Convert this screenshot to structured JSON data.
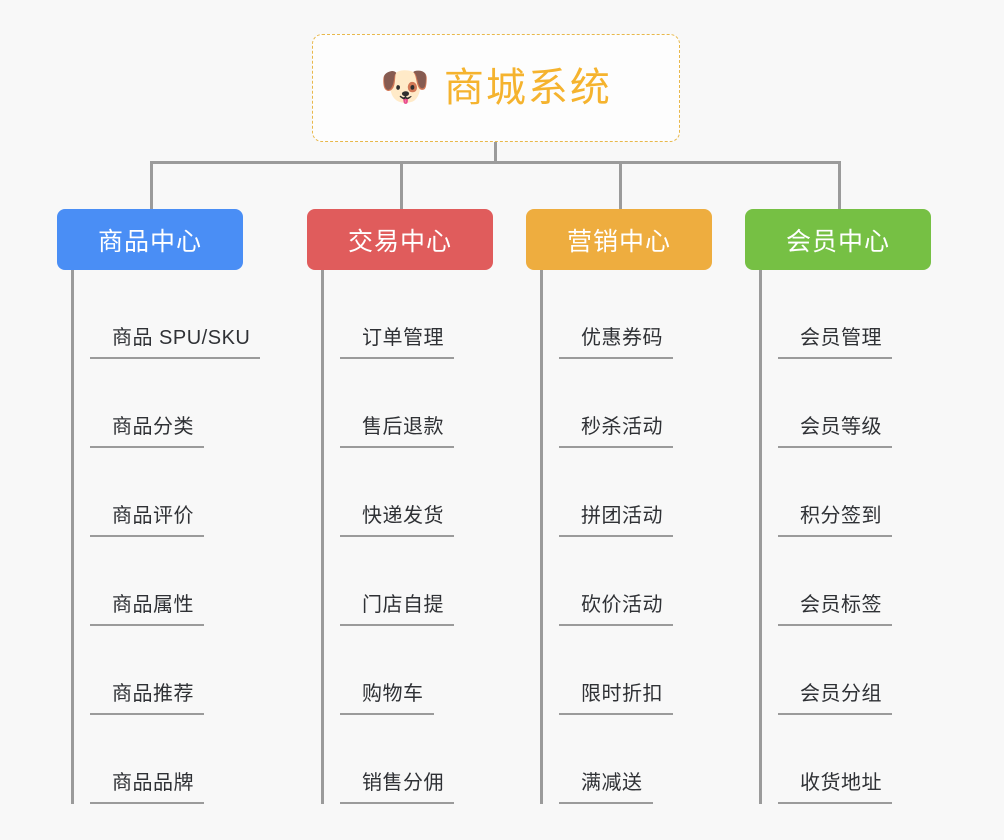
{
  "diagram": {
    "type": "org-chart",
    "title": "商城系统",
    "root": {
      "label": "商城系统",
      "icon": "dog-face-emoji",
      "icon_glyph": "🐶",
      "text_color": "#f5b32e",
      "border_color": "#e8b84b",
      "background": "#fdfdfd"
    },
    "background_color": "#f8f8f8",
    "connector_color": "#9b9b9b",
    "columns": [
      {
        "label": "商品中心",
        "color": "#4a8ef5",
        "items": [
          "商品 SPU/SKU",
          "商品分类",
          "商品评价",
          "商品属性",
          "商品推荐",
          "商品品牌"
        ]
      },
      {
        "label": "交易中心",
        "color": "#e05c5c",
        "items": [
          "订单管理",
          "售后退款",
          "快递发货",
          "门店自提",
          "购物车",
          "销售分佣"
        ]
      },
      {
        "label": "营销中心",
        "color": "#eead3f",
        "items": [
          "优惠券码",
          "秒杀活动",
          "拼团活动",
          "砍价活动",
          "限时折扣",
          "满减送"
        ]
      },
      {
        "label": "会员中心",
        "color": "#76c044",
        "items": [
          "会员管理",
          "会员等级",
          "积分签到",
          "会员标签",
          "会员分组",
          "收货地址"
        ]
      }
    ]
  }
}
